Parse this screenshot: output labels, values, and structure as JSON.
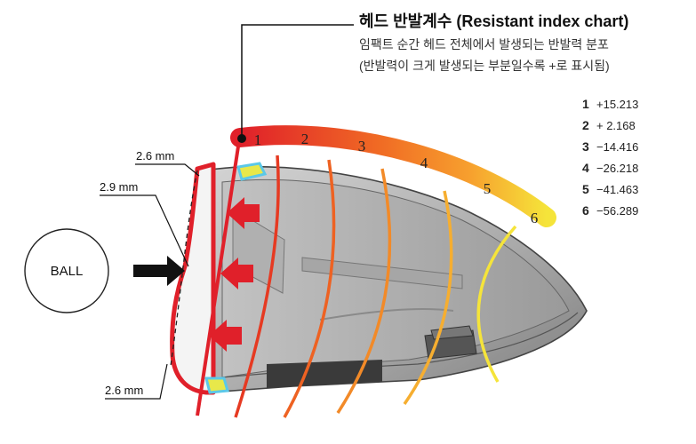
{
  "header": {
    "title": "헤드 반발계수 (Resistant index chart)",
    "subtitle_line1": "임팩트 순간 헤드 전체에서 발생되는 반발력 분포",
    "subtitle_line2": "(반발력이 크게 발생되는 부분일수록 +로 표시됨)"
  },
  "ball_label": "BALL",
  "thickness_labels": {
    "top": "2.6 mm",
    "middle": "2.9 mm",
    "bottom": "2.6 mm"
  },
  "zones": [
    {
      "number": "1",
      "value": "+15.213",
      "color": "#e53020"
    },
    {
      "number": "2",
      "value": "+ 2.168",
      "color": "#ea4a22"
    },
    {
      "number": "3",
      "value": "−14.416",
      "color": "#f07a26"
    },
    {
      "number": "4",
      "value": "−26.218",
      "color": "#f5a02e"
    },
    {
      "number": "5",
      "value": "−41.463",
      "color": "#f8cb34"
    },
    {
      "number": "6",
      "value": "−56.289",
      "color": "#f5ec3c"
    }
  ],
  "colors": {
    "face_red": "#e0202a",
    "arrow_black": "#111111",
    "head_gray": "#b8b8b8",
    "insert_cyan": "#5bc8e8",
    "insert_yellow": "#e8e84a"
  }
}
